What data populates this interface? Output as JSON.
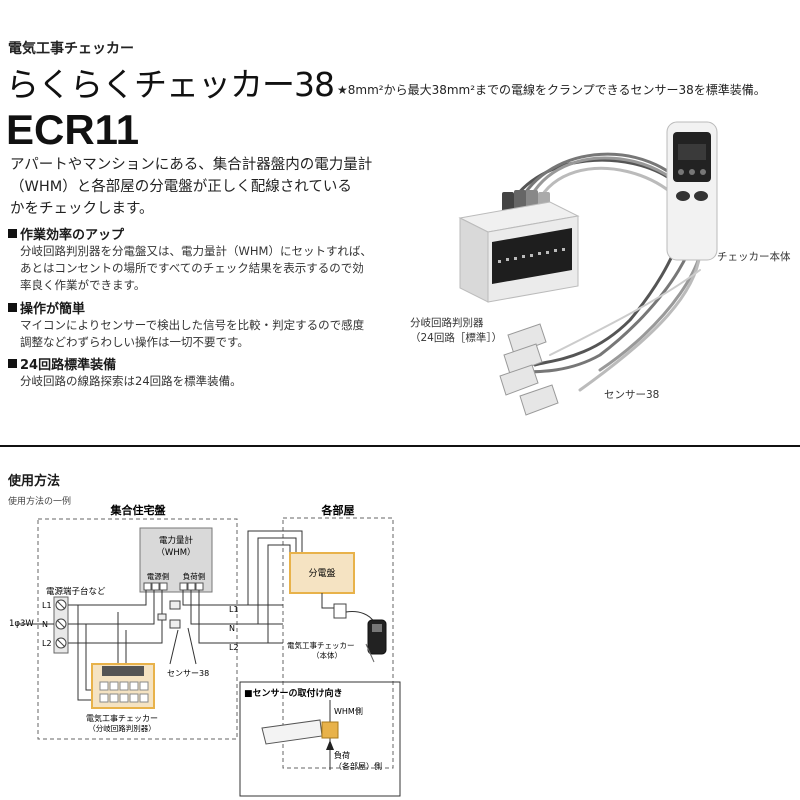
{
  "header": {
    "category": "電気工事チェッカー",
    "product_title": "らくらくチェッカー38",
    "title_note": "★8mm²から最大38mm²までの電線をクランプできるセンサー38を標準装備。",
    "model": "ECR11"
  },
  "intro": {
    "lines": [
      "アパートやマンションにある、集合計器盤内の電力量計",
      "（WHM）と各部屋の分電盤が正しく配線されている",
      "かをチェックします。"
    ]
  },
  "features": [
    {
      "title": "作業効率のアップ",
      "lines": [
        "分岐回路判別器を分電盤又は、電力量計（WHM）にセットすれば、",
        "あとはコンセントの場所ですべてのチェック結果を表示するので効",
        "率良く作業ができます。"
      ]
    },
    {
      "title": "操作が簡単",
      "lines": [
        "マイコンによりセンサーで検出した信号を比較・判定するので感度",
        "調整などわずらわしい操作は一切不要です。"
      ]
    },
    {
      "title": "24回路標準装備",
      "lines": [
        "分岐回路の線路探索は24回路を標準装備。"
      ]
    }
  ],
  "photo_labels": {
    "checker_body": "チェッカー本体",
    "branch_line1": "分岐回路判別器",
    "branch_line2": "（24回路［標準］）",
    "sensor": "センサー38"
  },
  "usage": {
    "heading": "使用方法",
    "subheading": "使用方法の一例",
    "building_panel": "集合住宅盤",
    "rooms": "各部屋",
    "meter_line1": "電力量計",
    "meter_line2": "（WHM）",
    "source_side": "電源側",
    "load_side": "負荷側",
    "terminal_block": "電源端子台など",
    "phase": "1φ3W",
    "line_l1": "L1",
    "line_n": "N",
    "line_l2": "L2",
    "sensor_label": "センサー38",
    "branch_label1": "電気工事チェッカー",
    "branch_label2": "（分岐回路判別器）",
    "distribution_board": "分電盤",
    "checker_label1": "電気工事チェッカー",
    "checker_label2": "（本体）",
    "orientation_title": "■センサーの取付け向き",
    "orientation_whm": "WHM側",
    "orientation_load1": "負荷",
    "orientation_load2": "（各部屋）側"
  },
  "colors": {
    "accent_fill": "#f5e3c2",
    "accent_stroke": "#e8b24a",
    "dashed": "#666666"
  }
}
